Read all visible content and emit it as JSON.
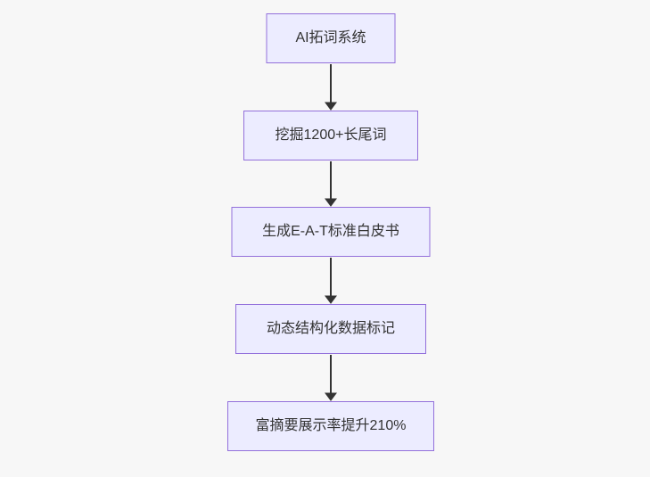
{
  "diagram": {
    "type": "flowchart",
    "direction": "top-down",
    "nodes": [
      {
        "label": "AI拓词系统"
      },
      {
        "label": "挖掘1200+长尾词"
      },
      {
        "label": "生成E-A-T标准白皮书"
      },
      {
        "label": "动态结构化数据标记"
      },
      {
        "label": "富摘要展示率提升210%"
      }
    ],
    "edges": [
      {
        "from": "AI拓词系统",
        "to": "挖掘1200+长尾词"
      },
      {
        "from": "挖掘1200+长尾词",
        "to": "生成E-A-T标准白皮书"
      },
      {
        "from": "生成E-A-T标准白皮书",
        "to": "动态结构化数据标记"
      },
      {
        "from": "动态结构化数据标记",
        "to": "富摘要展示率提升210%"
      }
    ],
    "colors": {
      "node_fill": "#ECECFF",
      "node_border": "#9370DB",
      "edge": "#333333",
      "text": "#333333",
      "background": "#F7F7F7"
    }
  }
}
